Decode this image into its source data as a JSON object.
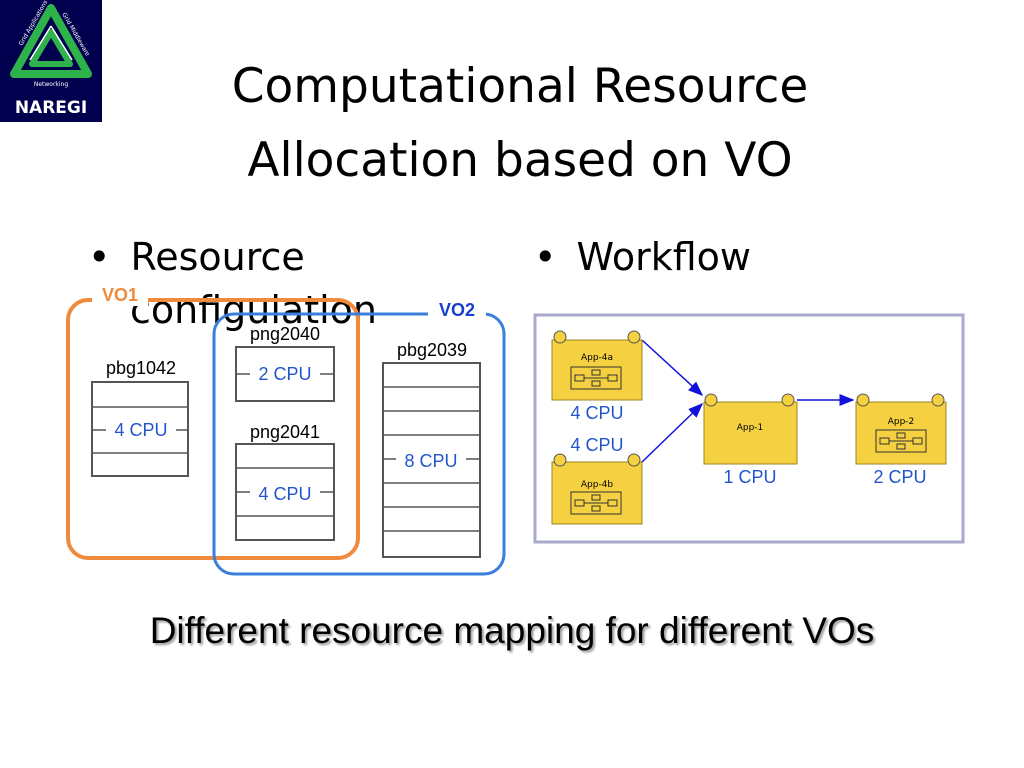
{
  "logo": {
    "name": "NAREGI",
    "ring_texts": [
      "Grid Applications",
      "Grid Middleware",
      "Networking"
    ],
    "colors": {
      "background": "#00004e",
      "triangle": "#2db34a"
    }
  },
  "title": {
    "line1": "Computational Resource",
    "line2": "Allocation based on VO"
  },
  "bullets": {
    "left_line1": "Resource",
    "left_line2": "configulation",
    "right": "Workflow"
  },
  "resources": {
    "vo1": {
      "label": "VO1",
      "color": "#f08a3c"
    },
    "vo2": {
      "label": "VO2",
      "color": "#3a7fdc"
    },
    "nodes": [
      {
        "name": "pbg1042",
        "cpu": "4 CPU"
      },
      {
        "name": "png2040",
        "cpu": "2 CPU"
      },
      {
        "name": "png2041",
        "cpu": "4 CPU"
      },
      {
        "name": "pbg2039",
        "cpu": "8 CPU"
      }
    ]
  },
  "workflow": {
    "apps": [
      {
        "name": "App-4a",
        "cpu": "4 CPU"
      },
      {
        "name": "App-4b",
        "cpu": "4 CPU"
      },
      {
        "name": "App-1",
        "cpu": "1 CPU"
      },
      {
        "name": "App-2",
        "cpu": "2 CPU"
      }
    ],
    "edges": [
      {
        "from": "App-4a",
        "to": "App-1"
      },
      {
        "from": "App-4b",
        "to": "App-1"
      },
      {
        "from": "App-1",
        "to": "App-2"
      }
    ],
    "colors": {
      "app_fill": "#f5d040",
      "edge": "#1111dd",
      "cpu_text": "#2255cc",
      "frame": "#aaaacc"
    }
  },
  "caption": "Different resource mapping for different VOs"
}
